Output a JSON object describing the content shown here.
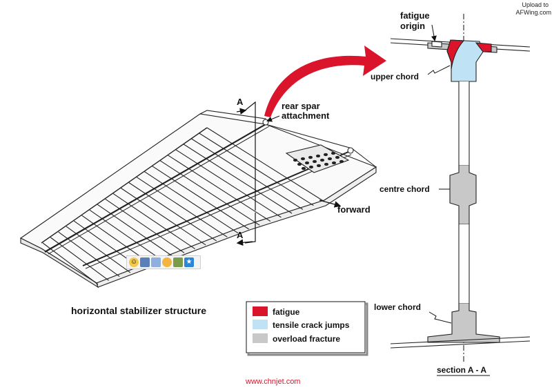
{
  "watermark": {
    "line1": "Upload to",
    "line2": "AFWing.com"
  },
  "footer_url": "www.chnjet.com",
  "labels": {
    "title": "horizontal stabilizer structure",
    "section_a_top": "A",
    "section_a_bottom": "A",
    "rear_spar_line1": "rear spar",
    "rear_spar_line2": "attachment",
    "forward": "forward",
    "fatigue_origin_line1": "fatigue",
    "fatigue_origin_line2": "origin",
    "upper_chord": "upper chord",
    "centre_chord": "centre chord",
    "lower_chord": "lower chord",
    "section_caption": "section A - A"
  },
  "legend": [
    {
      "label": "fatigue",
      "color": "#d9142b"
    },
    {
      "label": "tensile crack jumps",
      "color": "#bfe3f5"
    },
    {
      "label": "overload fracture",
      "color": "#c8c8c8"
    }
  ],
  "colors": {
    "fatigue": "#d9142b",
    "tensile": "#bfe3f5",
    "overload": "#c8c8c8",
    "arrow": "#d9142b",
    "footer": "#d9142b"
  },
  "toolbar": {
    "icons": [
      "emoji-icon",
      "save-icon",
      "window-icon",
      "chat-icon",
      "gallery-icon",
      "bookmark-icon"
    ]
  }
}
